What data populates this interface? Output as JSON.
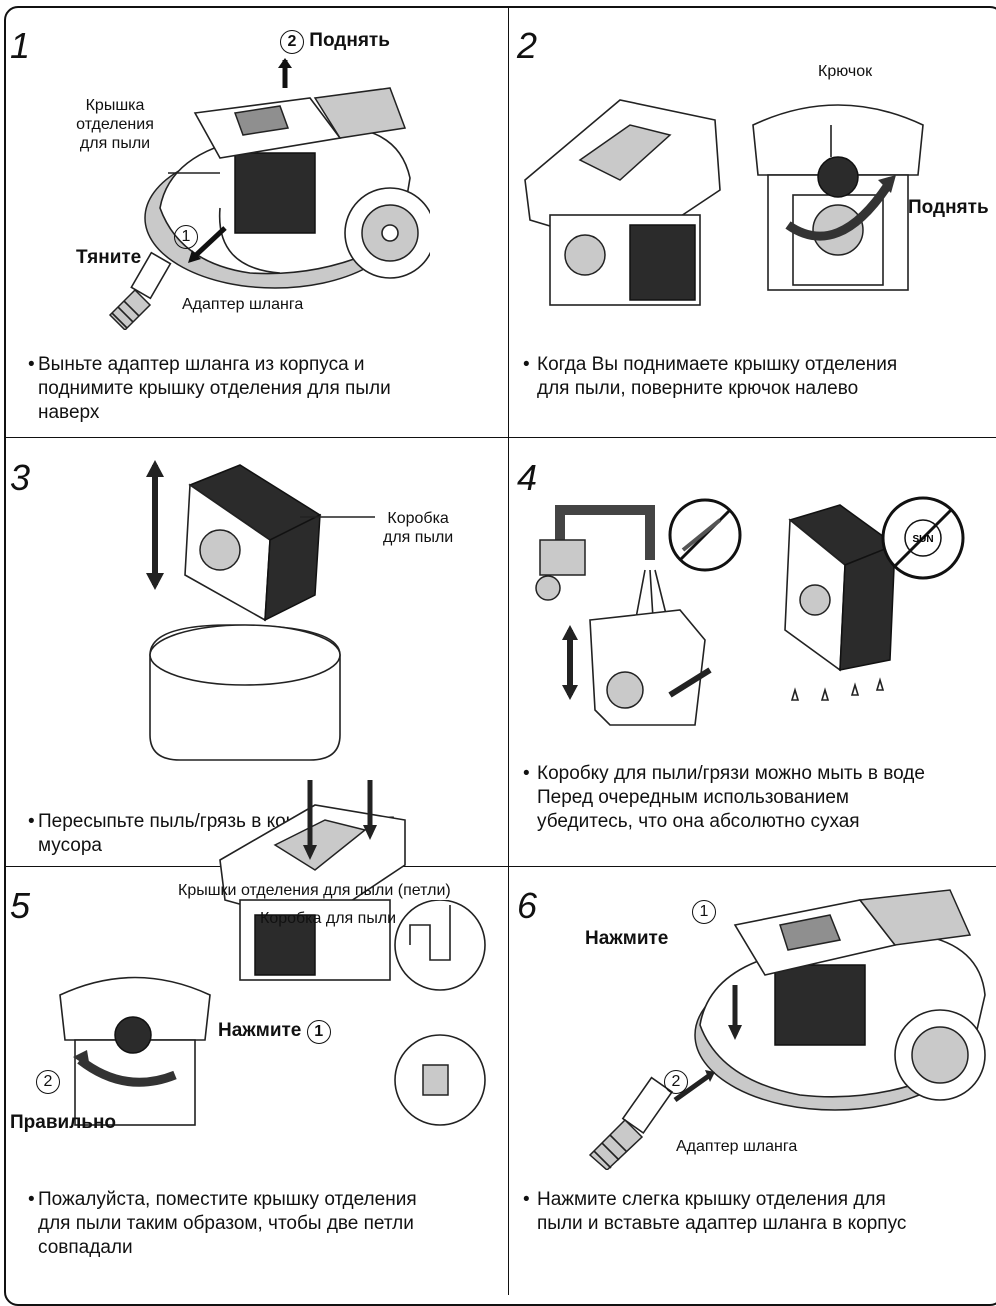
{
  "steps": [
    {
      "number": "1",
      "labels": {
        "lift": "Поднять",
        "lift_num": "2",
        "lid": "Крышка\nотделения\nдля пыли",
        "pull": "Тяните",
        "pull_num": "1",
        "adapter": "Адаптер шланга"
      },
      "instruction": "Выньте адаптер шланга из корпуса и\nподнимите крышку отделения для пыли\nнаверх"
    },
    {
      "number": "2",
      "labels": {
        "hook": "Крючок",
        "lift": "Поднять"
      },
      "instruction": "Когда Вы поднимаете крышку отделения\nдля пыли, поверните крючок налево"
    },
    {
      "number": "3",
      "labels": {
        "box": "Коробка\nдля пыли"
      },
      "instruction": "Пересыпьте пыль/грязь в контейнер для\nмусора"
    },
    {
      "number": "4",
      "labels": {
        "sun": "SUN"
      },
      "instruction": "Коробку для пыли/грязи можно мыть в воде\nПеред очередным использованием\nубедитесь, что она абсолютно сухая"
    },
    {
      "number": "5",
      "labels": {
        "hinges": "Крышки отделения для пыли (петли)",
        "box": "Коробка для пыли",
        "press": "Нажмите",
        "press_num": "1",
        "correct": "Правильно",
        "correct_num": "2"
      },
      "instruction": "Пожалуйста, поместите крышку отделения\nдля пыли таким образом, чтобы две петли\nсовпадали"
    },
    {
      "number": "6",
      "labels": {
        "press": "Нажмите",
        "press_num": "1",
        "adapter_num": "2",
        "adapter": "Адаптер шланга"
      },
      "instruction": "Нажмите слегка крышку отделения для\nпыли и вставьте адаптер шланга в корпус"
    }
  ],
  "bullet": "•",
  "icons": [
    "vacuum-cleaner-illustration",
    "dust-cover-illustration",
    "hook-illustration",
    "dust-box-illustration",
    "bin-illustration",
    "tap-illustration",
    "no-brush-icon",
    "no-sun-icon",
    "hinge-detail-illustration"
  ]
}
